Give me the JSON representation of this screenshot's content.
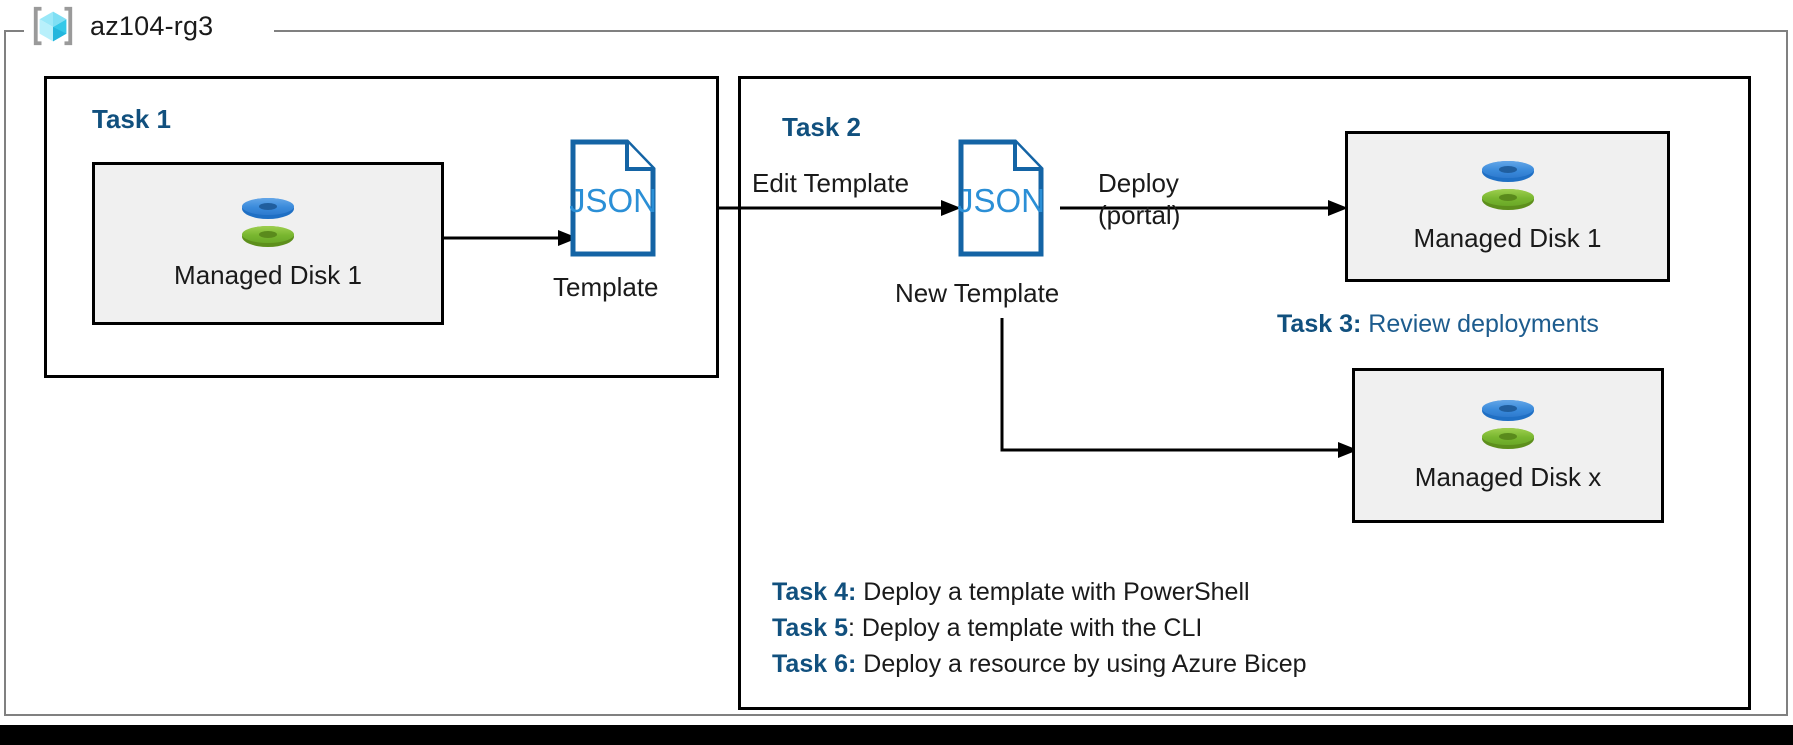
{
  "resource_group": {
    "name": "az104-rg3",
    "icon": "azure-resource-group-cube-icon"
  },
  "task1": {
    "heading": "Task 1",
    "resource": {
      "label": "Managed Disk 1",
      "icon": "managed-disk-icon"
    },
    "template": {
      "doc_text": "JSON",
      "caption": "Template",
      "icon": "json-document-icon"
    },
    "arrow_label": ""
  },
  "task2": {
    "heading": "Task 2",
    "edit_arrow_label": "Edit Template",
    "new_template": {
      "doc_text": "JSON",
      "caption": "New Template",
      "icon": "json-document-icon"
    },
    "deploy_arrow_label_line1": "Deploy",
    "deploy_arrow_label_line2": "(portal)",
    "deployed_resource": {
      "label": "Managed Disk 1",
      "icon": "managed-disk-icon"
    },
    "scaled_resource": {
      "label": "Managed Disk x",
      "icon": "managed-disk-icon"
    }
  },
  "task3": {
    "tag": "Task 3:",
    "body": " Review deployments"
  },
  "task_list": [
    {
      "tag": "Task 4:",
      "body": " Deploy a template with PowerShell"
    },
    {
      "tag": "Task 5",
      "body": ": Deploy a template with the CLI"
    },
    {
      "tag": "Task 6:",
      "body": " Deploy a resource by using Azure Bicep"
    }
  ],
  "colors": {
    "task_heading_blue": "#11507e",
    "task_note_blue": "#1d5c8e",
    "json_doc_outline": "#1464a5",
    "json_text": "#2b8fd6",
    "disk_blue": "#3a8adb",
    "disk_green": "#78b62f",
    "card_fill": "#f0f0f0",
    "frame_border": "#000000",
    "rg_border": "#808080",
    "cube_cyan": "#5ad8f0"
  }
}
